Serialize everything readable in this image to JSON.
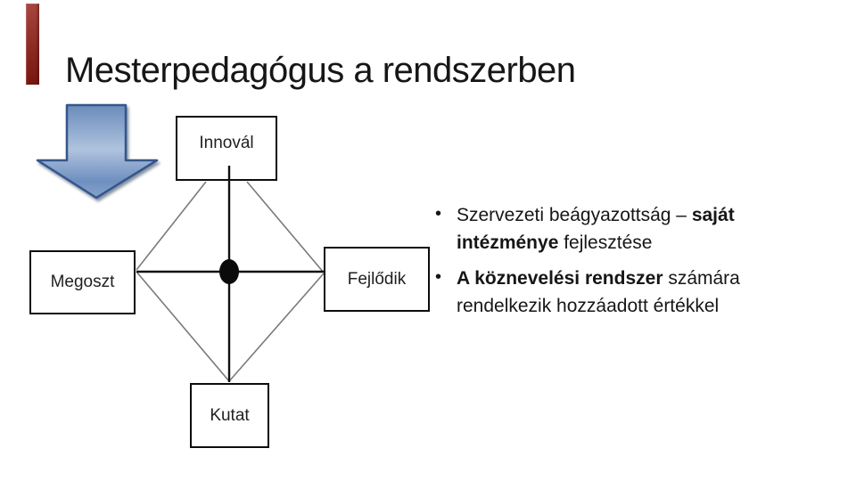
{
  "slide": {
    "title": "Mesterpedagógus a rendszerben",
    "background": "#ffffff"
  },
  "accents": {
    "ribbon_red_top": "#a8453d",
    "ribbon_red_bottom": "#76170f",
    "arrow_blue_light": "#afc3dd",
    "arrow_blue_dark": "#6c8cbb",
    "arrow_border": "#35568b",
    "connector_gray": "#7a7a7a",
    "connector_black": "#111111"
  },
  "icons": {
    "down_arrow": "down-arrow",
    "center_dot": "filled-ellipse",
    "bullet_char": "•"
  },
  "diagram": {
    "nodes": [
      {
        "label": "Innovál",
        "position": "top"
      },
      {
        "label": "Megoszt",
        "position": "left"
      },
      {
        "label": "Fejlődik",
        "position": "right"
      },
      {
        "label": "Kutat",
        "position": "bottom"
      }
    ]
  },
  "bullets": [
    {
      "segments": [
        {
          "text": "Szervezeti beágyazottság – ",
          "bold": false
        },
        {
          "text": "saját intézménye",
          "bold": true
        },
        {
          "text": " fejlesztése",
          "bold": false
        }
      ]
    },
    {
      "segments": [
        {
          "text": "A köznevelési rendszer",
          "bold": true
        },
        {
          "text": " számára rendelkezik hozzáadott értékkel",
          "bold": false
        }
      ]
    }
  ]
}
